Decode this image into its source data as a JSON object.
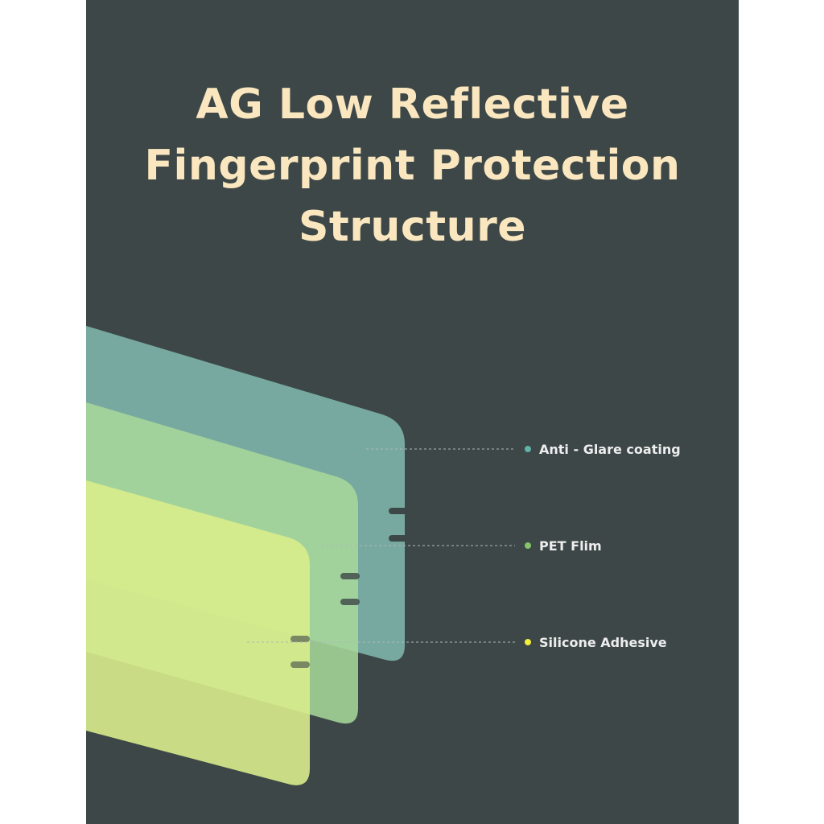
{
  "title": {
    "lines": [
      "AG Low Reflective",
      "Fingerprint Protection",
      "Structure"
    ],
    "color": "#fbe7bf"
  },
  "background": "#3d4747",
  "layers": [
    {
      "label": "Anti - Glare coating",
      "dot_color": "#5fb3a8",
      "fill_color": "#7fb7ad"
    },
    {
      "label": "PET Flim",
      "dot_color": "#86c46a",
      "fill_color": "#a8d99a"
    },
    {
      "label": "Silicone Adhesive",
      "dot_color": "#f4ef3a",
      "fill_color": "#d8ec8c"
    }
  ]
}
